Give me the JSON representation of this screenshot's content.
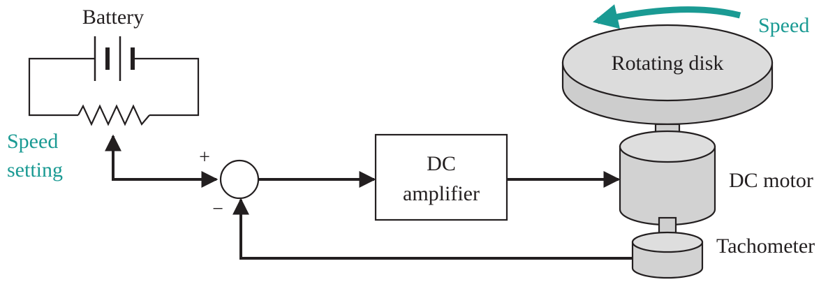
{
  "labels": {
    "battery": "Battery",
    "speed_setting_line1": "Speed",
    "speed_setting_line2": "setting",
    "plus_sign": "+",
    "minus_sign": "−",
    "amplifier_line1": "DC",
    "amplifier_line2": "amplifier",
    "rotating_disk": "Rotating disk",
    "speed": "Speed",
    "dc_motor": "DC motor",
    "tachometer": "Tachometer"
  },
  "colors": {
    "line": "#231f20",
    "accent_teal": "#1a9a93",
    "disk_fill": "#d9d9d9",
    "block_fill": "#ffffff"
  }
}
